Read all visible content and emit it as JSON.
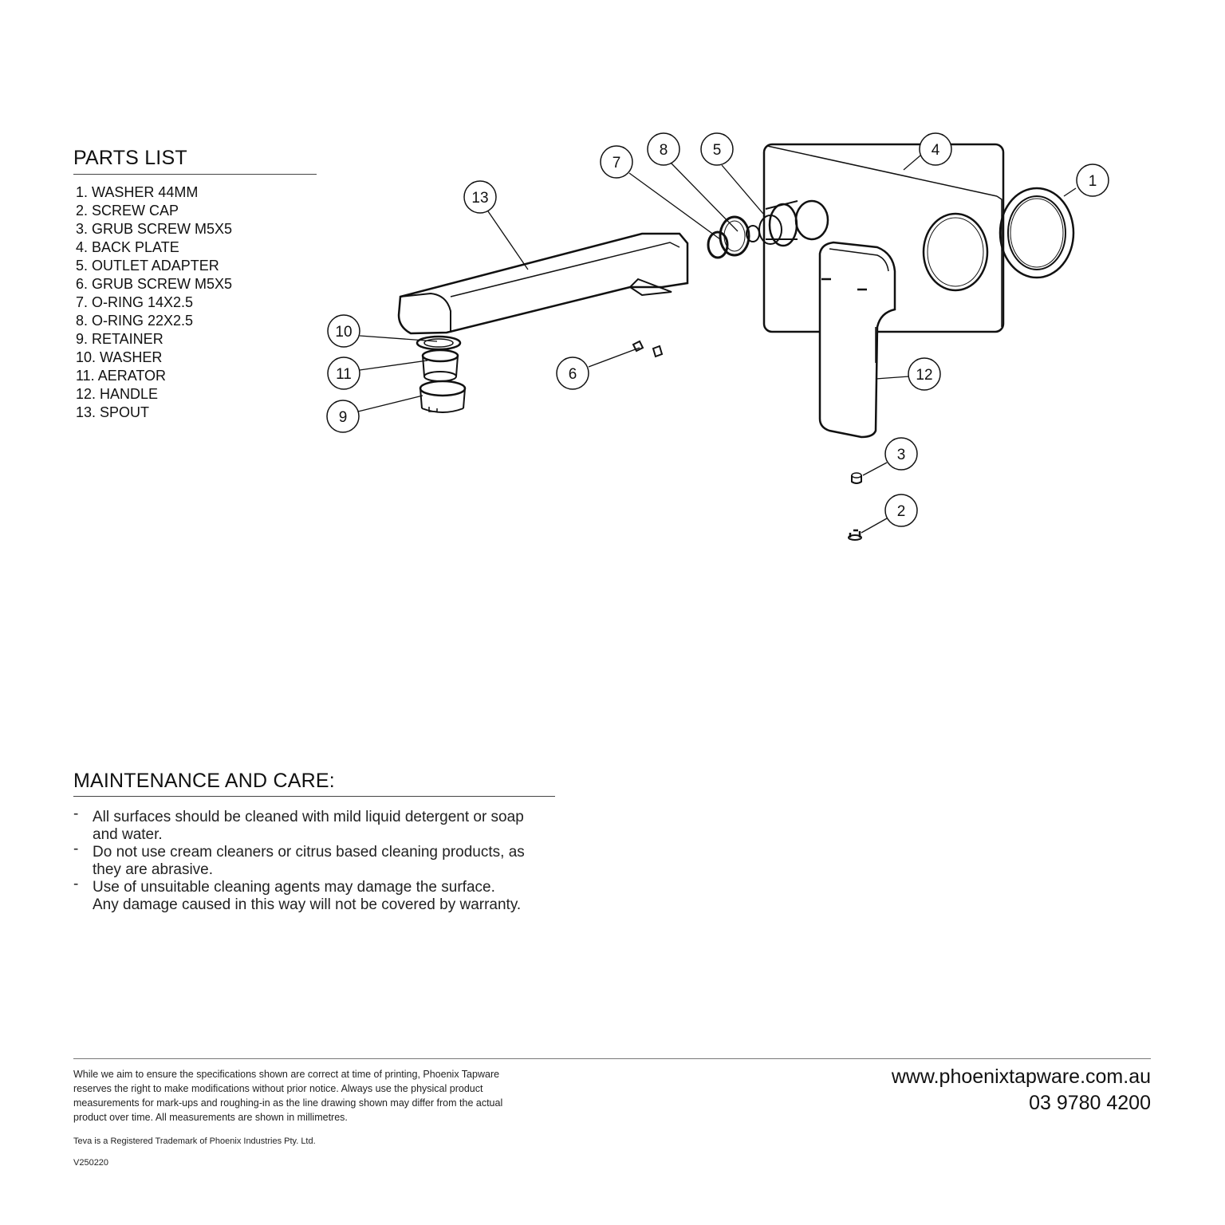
{
  "parts_list": {
    "title": "PARTS LIST",
    "items": [
      "1. WASHER 44MM",
      "2. SCREW CAP",
      "3. GRUB SCREW M5X5",
      "4. BACK PLATE",
      "5. OUTLET ADAPTER",
      "6. GRUB SCREW M5X5",
      "7. O-RING 14X2.5",
      "8. O-RING 22X2.5",
      "9. RETAINER",
      "10. WASHER",
      "11. AERATOR",
      "12. HANDLE",
      "13. SPOUT"
    ]
  },
  "diagram": {
    "callouts": [
      "1",
      "2",
      "3",
      "4",
      "5",
      "6",
      "7",
      "8",
      "9",
      "10",
      "11",
      "12",
      "13"
    ]
  },
  "maintenance": {
    "title": "MAINTENANCE AND CARE:",
    "bullet": "-",
    "items": [
      {
        "line1": "All surfaces should be cleaned with mild liquid detergent or soap",
        "line2": "and water."
      },
      {
        "line1": "Do not use cream cleaners or citrus based cleaning products, as",
        "line2": "they are abrasive."
      },
      {
        "line1": "Use of unsuitable cleaning agents may damage the surface.",
        "line2": "Any damage caused in this way will not be covered by warranty."
      }
    ]
  },
  "footer": {
    "disclaimer_lines": [
      "While we aim to ensure the specifications shown are correct at time of printing, Phoenix Tapware",
      "reserves the right to make modifications without prior notice. Always use the physical product",
      "measurements for mark-ups and roughing-in as the line drawing shown may differ from the actual",
      "product over time. All measurements are shown in millimetres."
    ],
    "trademark": "Teva is a Registered Trademark of Phoenix Industries Pty. Ltd.",
    "version": "V250220",
    "website": "www.phoenixtapware.com.au",
    "phone": "03 9780 4200"
  }
}
